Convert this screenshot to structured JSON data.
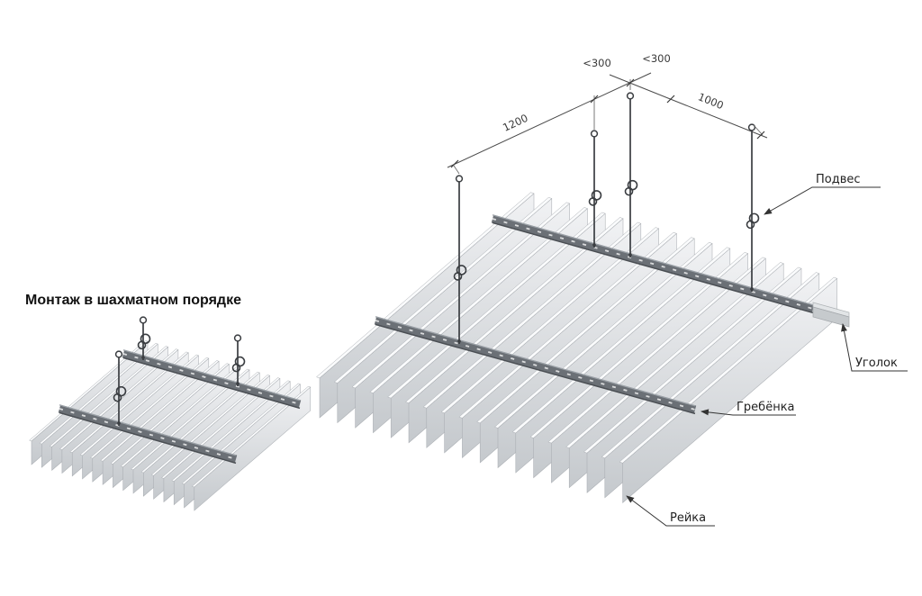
{
  "left_diagram": {
    "title": "Монтаж в шахматном порядке"
  },
  "right_diagram": {
    "dimensions": {
      "comb_spacing": "1200",
      "hanger_spacing": "1000",
      "edge_offset_a": "<300",
      "edge_offset_b": "<300"
    },
    "callouts": {
      "hanger": "Подвес",
      "angle_trim": "Уголок",
      "comb": "Гребёнка",
      "slat": "Рейка"
    }
  },
  "colors": {
    "background": "#ffffff",
    "slat_face_top": "#f1f2f4",
    "slat_face_bottom": "#c5c9cd",
    "slat_top": "#fafbfc",
    "slat_edge": "#a9adb2",
    "comb": "#6b7076",
    "comb_dark": "#4b4f54",
    "comb_highlight": "#9ba1a7",
    "metal_dark": "#3a3d41",
    "dim_line": "#4a4a4a",
    "label_text": "#222222"
  }
}
